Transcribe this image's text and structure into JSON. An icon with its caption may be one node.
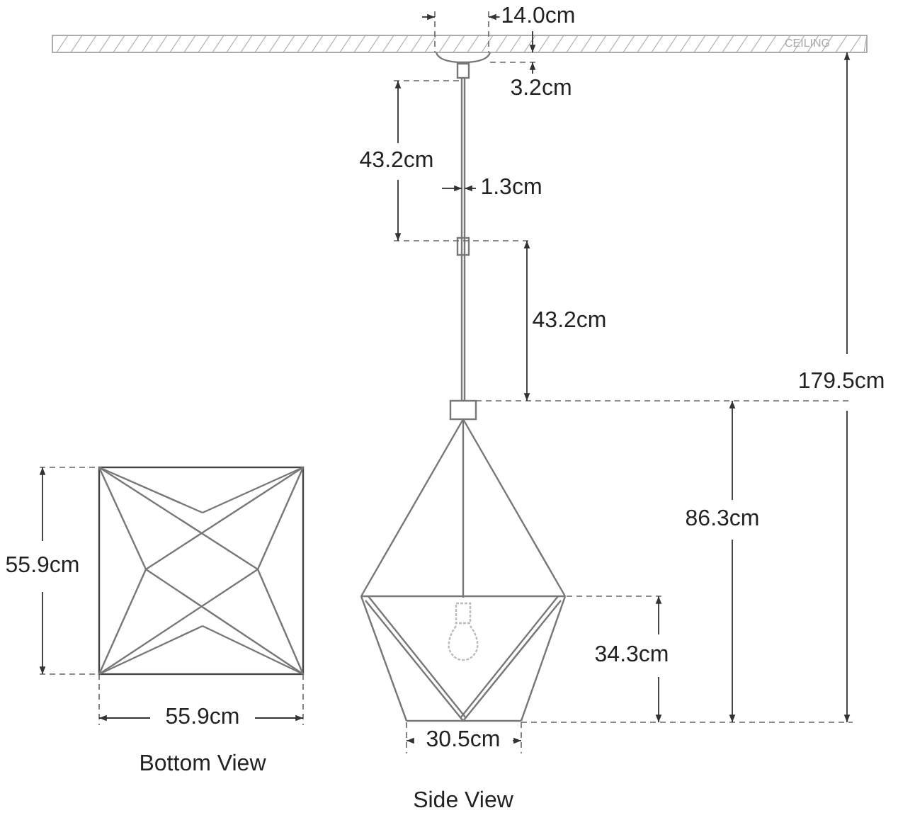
{
  "diagram": {
    "labels": [
      "14.0cm",
      "CEILING",
      "3.2cm",
      "43.2cm",
      "1.3cm",
      "43.2cm",
      "179.5cm",
      "55.9cm",
      "86.3cm",
      "34.3cm",
      "55.9cm",
      "30.5cm",
      "Bottom View",
      "Side View"
    ]
  }
}
